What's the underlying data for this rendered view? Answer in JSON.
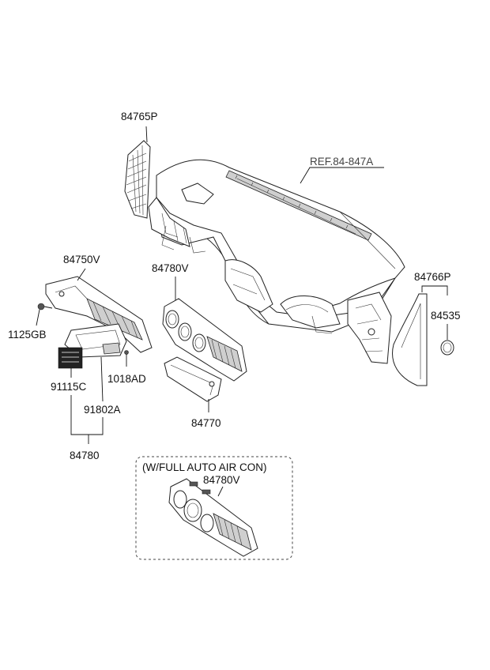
{
  "labels": {
    "p84765P": "84765P",
    "ref": "REF.84-847A",
    "p84750V": "84750V",
    "p84780V_top": "84780V",
    "p84766P": "84766P",
    "p84535": "84535",
    "p1125GB": "1125GB",
    "p1018AD": "1018AD",
    "p91115C": "91115C",
    "p91802A": "91802A",
    "p84770": "84770",
    "p84780": "84780",
    "option_note": "(W/FULL AUTO AIR CON)",
    "p84780V_opt": "84780V"
  }
}
